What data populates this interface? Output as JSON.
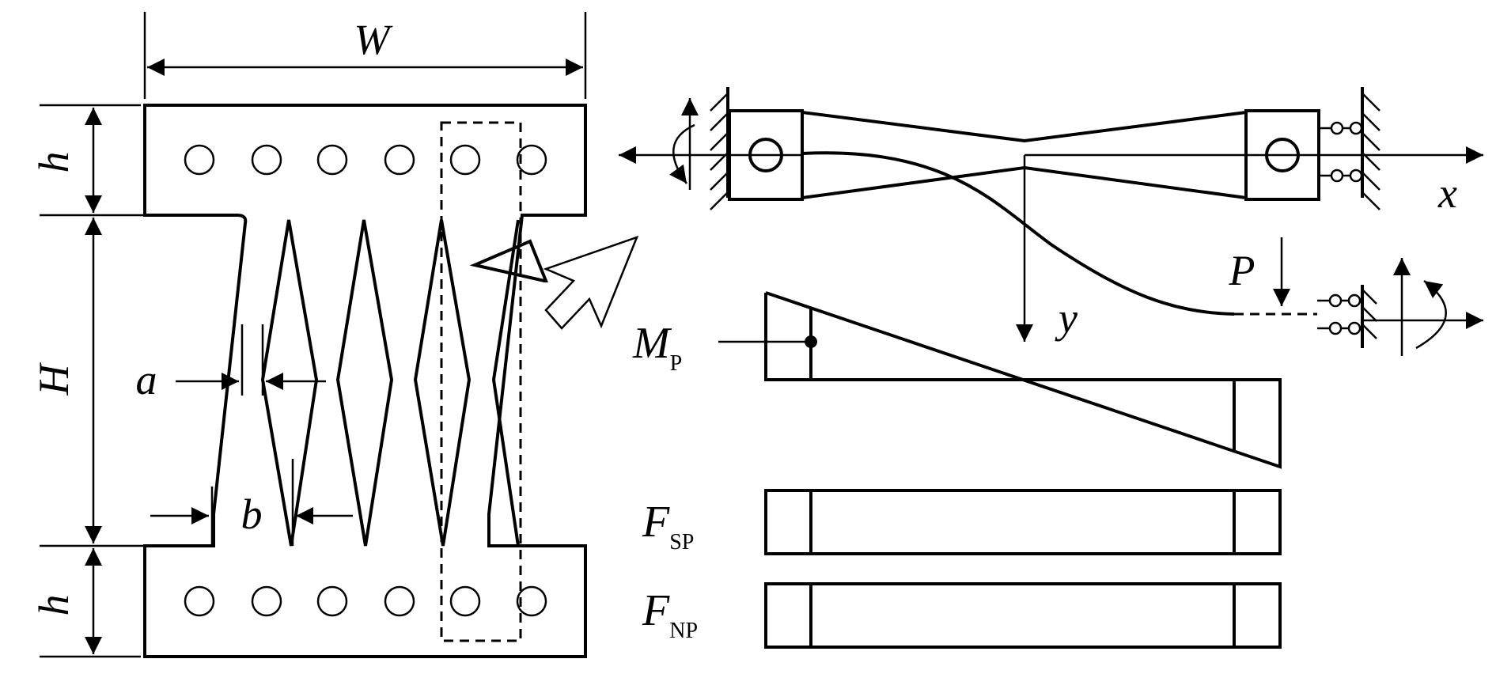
{
  "labels": {
    "W": "W",
    "h_top": "h",
    "H": "H",
    "h_bottom": "h",
    "a": "a",
    "b": "b",
    "x": "x",
    "y": "y",
    "P": "P"
  },
  "diagrams": {
    "moment": {
      "symbol": "M",
      "subscript": "P"
    },
    "shear": {
      "symbol": "F",
      "subscript": "SP"
    },
    "normal": {
      "symbol": "F",
      "subscript": "NP"
    }
  }
}
